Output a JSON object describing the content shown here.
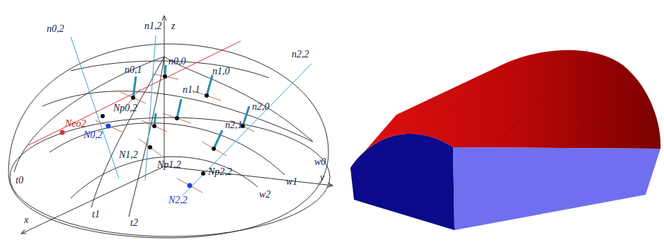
{
  "diagram": {
    "labels": [
      "n0,2",
      "n1,2",
      "z",
      "n0,1",
      "n0,0",
      "n1,0",
      "n2,2",
      "n1.1",
      "Np0,2",
      "Neo2",
      "N0,2",
      "n2,0",
      "N1,2",
      "Np1,2",
      "n2,1",
      "N2,2",
      "Np2,2",
      "w0",
      "w1",
      "w2",
      "t0",
      "t1",
      "t2",
      "x",
      "y"
    ]
  }
}
